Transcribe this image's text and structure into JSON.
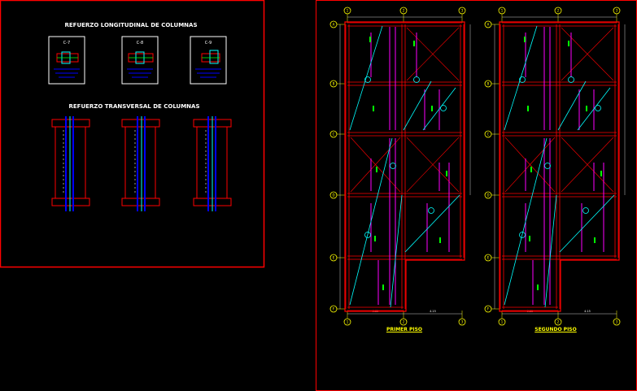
{
  "left_sheet": {
    "title_longitudinal": "REFUERZO LONGITUDINAL DE COLUMNAS",
    "title_transversal": "REFUERZO TRANSVERSAL DE COLUMNAS",
    "section_labels": [
      "C-7",
      "C-8",
      "C-9"
    ]
  },
  "right_sheet": {
    "plan_titles": [
      "PRIMER PISO",
      "SEGUNDO PISO"
    ],
    "grid_axes_top": [
      "1",
      "2",
      "3"
    ],
    "grid_axes_left": [
      "A",
      "B",
      "C",
      "D",
      "E",
      "F"
    ],
    "dims_bottom": [
      "3.85",
      "4.15"
    ]
  },
  "colors": {
    "background": "#000000",
    "frame": "#ff0000",
    "cyan": "#00ffff",
    "yellow": "#ffff00",
    "magenta": "#ff00ff",
    "blue": "#0000ff",
    "green": "#00ff00",
    "white": "#ffffff"
  }
}
